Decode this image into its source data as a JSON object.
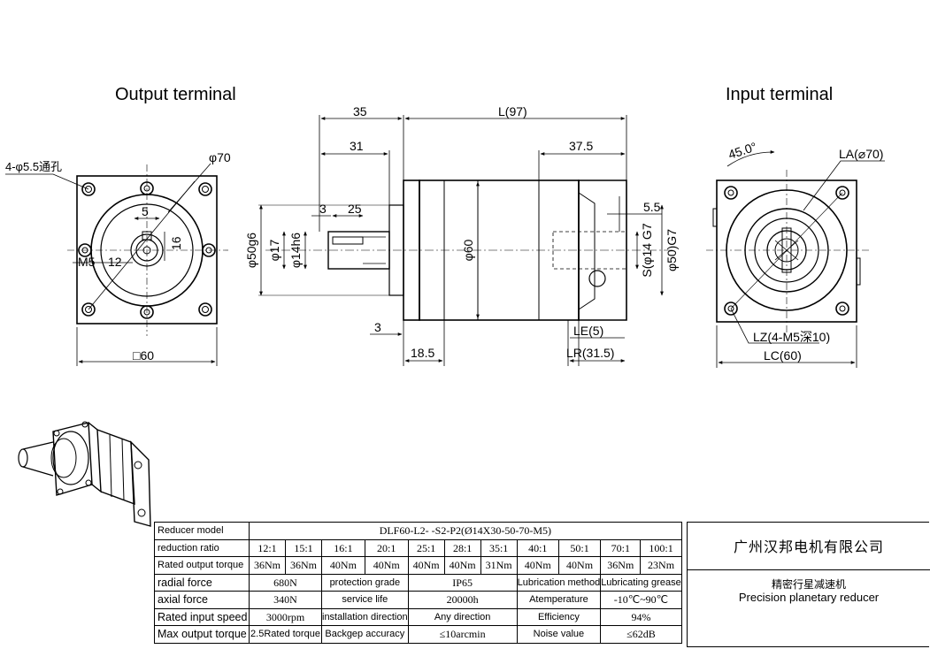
{
  "views": {
    "output_title": "Output terminal",
    "input_title": "Input terminal"
  },
  "output_view": {
    "holes_label": "4-φ5.5通孔",
    "dia70": "φ70",
    "key5": "5",
    "dim16": "16",
    "thread": "M5",
    "thread_depth": "12",
    "square": "□60"
  },
  "side_view": {
    "d35": "35",
    "d31": "31",
    "d3": "3",
    "d25": "25",
    "L": "L(97)",
    "d37_5": "37.5",
    "d5_5": "5.5",
    "phi50g6": "φ50g6",
    "phi17": "φ17",
    "phi14h6": "φ14h6",
    "phi60": "φ60",
    "S": "S(φ14 G7",
    "phi50G7": "φ50)G7",
    "d3b": "3",
    "d18_5": "18.5",
    "LE": "LE(5)",
    "LR": "LR(31.5)"
  },
  "input_view": {
    "angle": "45.0°",
    "LA": "LA(⌀70)",
    "LZ": "LZ(4-M5深10)",
    "LC": "LC(60)"
  },
  "table": {
    "model_label": "Reducer model",
    "model_value": "DLF60-L2-   -S2-P2(Ø14X30-50-70-M5)",
    "ratio_label": "reduction ratio",
    "ratios": [
      "12:1",
      "15:1",
      "16:1",
      "20:1",
      "25:1",
      "28:1",
      "35:1",
      "40:1",
      "50:1",
      "70:1",
      "100:1"
    ],
    "torque_label": "Rated output torque",
    "torques": [
      "36Nm",
      "36Nm",
      "40Nm",
      "40Nm",
      "40Nm",
      "40Nm",
      "31Nm",
      "40Nm",
      "40Nm",
      "36Nm",
      "23Nm"
    ],
    "radial_label": "radial force",
    "radial_value": "680N",
    "protection_label": "protection grade",
    "protection_value": "IP65",
    "lubrication_label": "Lubrication method",
    "lubrication_value": "Lubricating grease",
    "axial_label": "axial force",
    "axial_value": "340N",
    "life_label": "service life",
    "life_value": "20000h",
    "atemp_label": "Atemperature",
    "atemp_value": "-10℃~90℃",
    "speed_label": "Rated input speed",
    "speed_value": "3000rpm",
    "install_label": "installation direction",
    "install_value": "Any direction",
    "eff_label": "Efficiency",
    "eff_value": "94%",
    "maxtorque_label": "Max output torque",
    "maxtorque_value": "2.5Rated torque",
    "backlash_label": "Backgep accuracy",
    "backlash_value": "≤10arcmin",
    "noise_label": "Noise value",
    "noise_value": "≤62dB"
  },
  "company": {
    "name": "广州汉邦电机有限公司",
    "product_cn": "精密行星减速机",
    "product_en": "Precision planetary reducer"
  }
}
